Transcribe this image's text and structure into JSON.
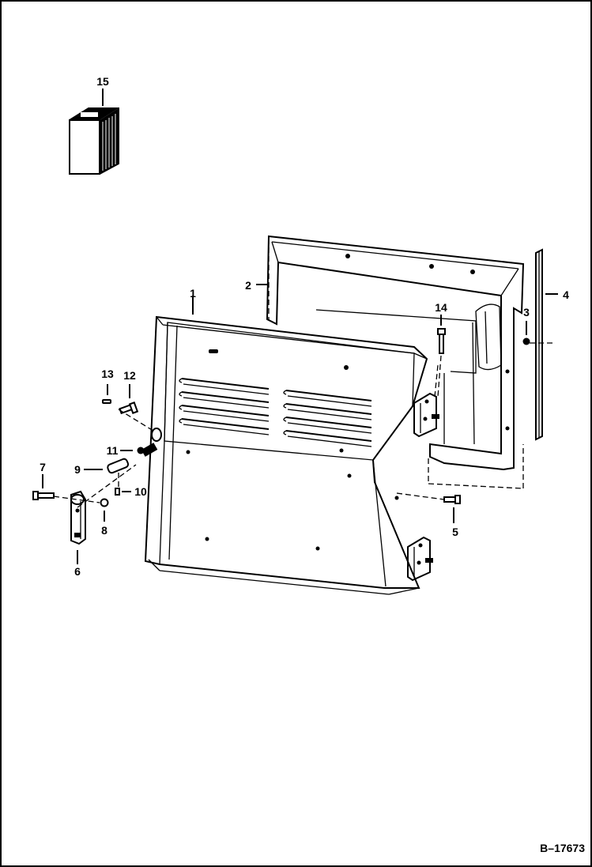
{
  "callouts": {
    "c1": "1",
    "c2": "2",
    "c3": "3",
    "c4": "4",
    "c5": "5",
    "c6": "6",
    "c7": "7",
    "c8": "8",
    "c9": "9",
    "c10": "10",
    "c11": "11",
    "c12": "12",
    "c13": "13",
    "c14": "14",
    "c15": "15"
  },
  "reference": "B–17673",
  "colors": {
    "ink": "#000000",
    "paper": "#ffffff"
  }
}
